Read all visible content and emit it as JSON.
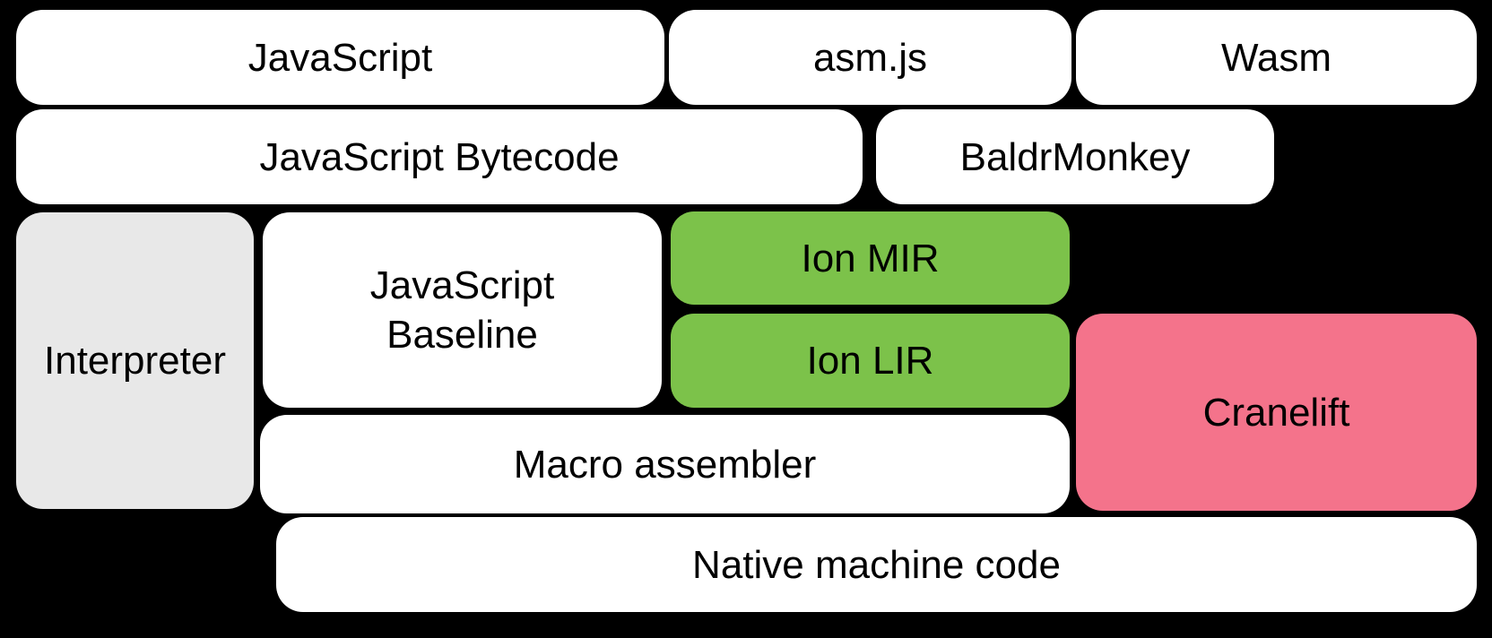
{
  "colors": {
    "background": "#000000",
    "box_white": "#ffffff",
    "box_gray": "#e8e8e8",
    "box_green": "#7cc24a",
    "box_pink": "#f4738b",
    "text": "#000000"
  },
  "diagram": {
    "background_fill": "background",
    "nodes": [
      {
        "label": "JavaScript",
        "fill": "box_white"
      },
      {
        "label": "asm.js",
        "fill": "box_white"
      },
      {
        "label": "Wasm",
        "fill": "box_white"
      },
      {
        "label": "JavaScript Bytecode",
        "fill": "box_white"
      },
      {
        "label": "BaldrMonkey",
        "fill": "box_white"
      },
      {
        "label": "Interpreter",
        "fill": "box_gray"
      },
      {
        "label": "JavaScript\nBaseline",
        "fill": "box_white"
      },
      {
        "label": "Ion MIR",
        "fill": "box_green"
      },
      {
        "label": "Ion LIR",
        "fill": "box_green"
      },
      {
        "label": "Cranelift",
        "fill": "box_pink"
      },
      {
        "label": "Macro assembler",
        "fill": "box_white"
      },
      {
        "label": "Native machine code",
        "fill": "box_white"
      }
    ]
  }
}
